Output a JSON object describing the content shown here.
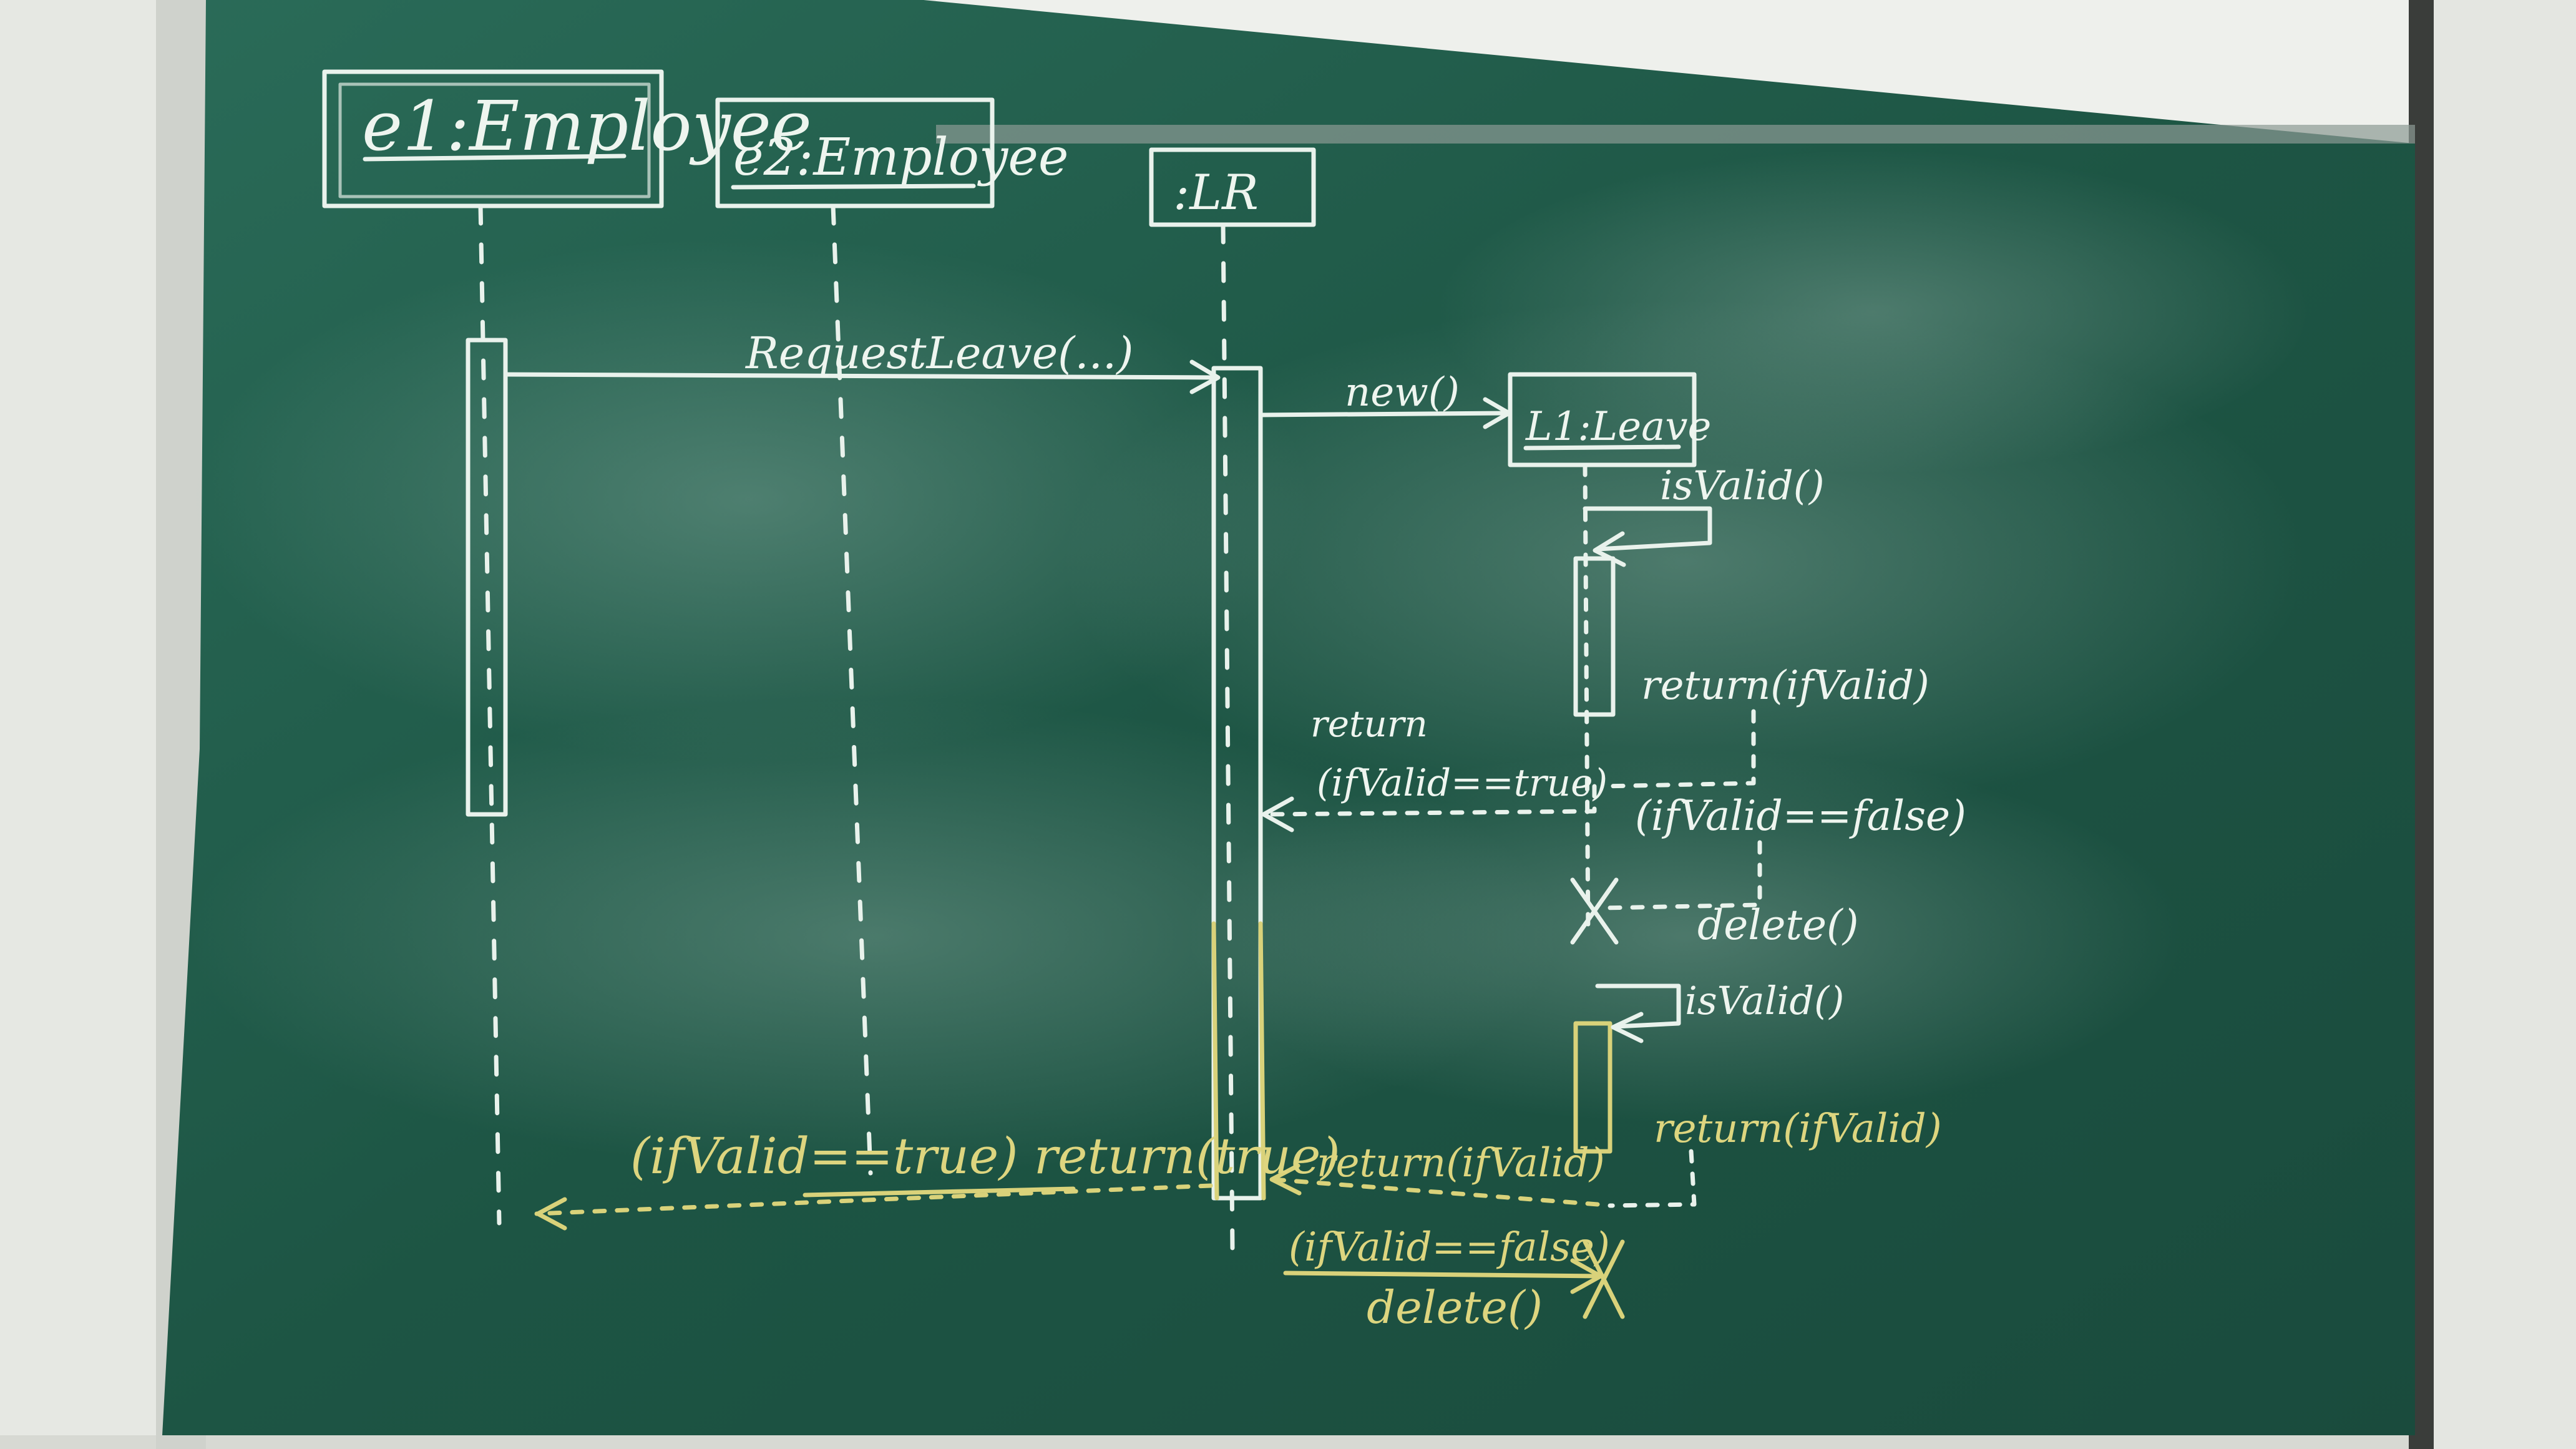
{
  "lifelines": {
    "e1": "e1:Employee",
    "e2": "e2:Employee",
    "lr": ":LR",
    "l1": "L1:Leave"
  },
  "messages": {
    "request_leave": "RequestLeave(...)",
    "new_call": "new()",
    "is_valid_1": "isValid()",
    "return_is_valid_1": "return(ifValid)",
    "return_lr_1": "return",
    "return_lr_1_cond": "(ifValid==true)",
    "cond_false_1": "(ifValid==false)",
    "delete_1": "delete()",
    "is_valid_2": "isValid()",
    "return_is_valid_2": "return(ifValid)",
    "return_lr_2": "return(ifValid)",
    "return_e1_yellow": "(ifValid==true) return(true)",
    "cond_false_2": "(ifValid==false)",
    "delete_2": "delete()"
  },
  "colors": {
    "board": "#1f5a47",
    "chalk_white": "#e9f2ec",
    "chalk_yellow": "#d9d27a",
    "wall": "#e9ebe6"
  }
}
